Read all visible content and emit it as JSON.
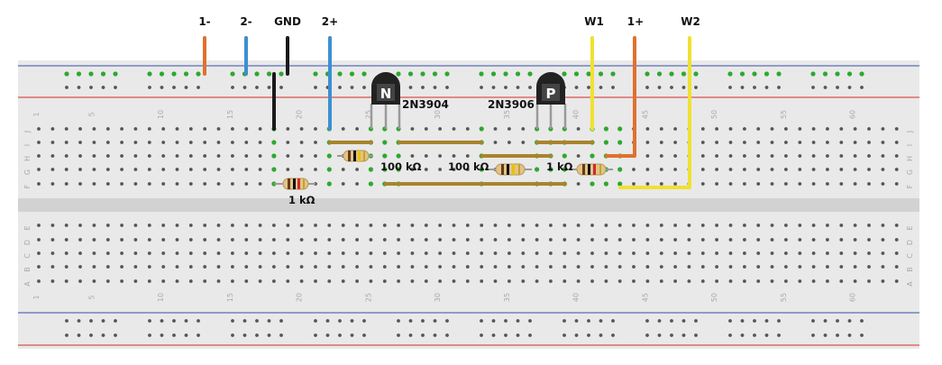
{
  "wire_labels": {
    "l1": "1-",
    "l2": "2-",
    "gnd": "GND",
    "l2p": "2+",
    "w1": "W1",
    "l1p": "1+",
    "w2": "W2"
  },
  "transistors": {
    "npn": {
      "letter": "N",
      "part": "2N3904"
    },
    "pnp": {
      "letter": "P",
      "part": "2N3906"
    }
  },
  "resistor_labels": {
    "r1": "100 kΩ",
    "r2": "100 kΩ",
    "r3": "1 kΩ",
    "r4": "1 kΩ"
  },
  "row_letters_top": [
    "J",
    "I",
    "H",
    "G",
    "F"
  ],
  "row_letters_bottom": [
    "E",
    "D",
    "C",
    "B",
    "A"
  ],
  "column_numbers": [
    "1",
    "5",
    "10",
    "15",
    "20",
    "25",
    "30",
    "35",
    "40",
    "45",
    "50",
    "55",
    "60"
  ],
  "colors": {
    "board": "#e6e6e6",
    "rail_blue": "#5a6fb5",
    "rail_red": "#d9534f",
    "active_hole": "#2ea82e",
    "wire_orange": "#e0712d",
    "wire_blue": "#3d8fd1",
    "wire_black": "#1a1a1a",
    "wire_yellow": "#f0e130",
    "jumper_brown": "#a8842c"
  }
}
